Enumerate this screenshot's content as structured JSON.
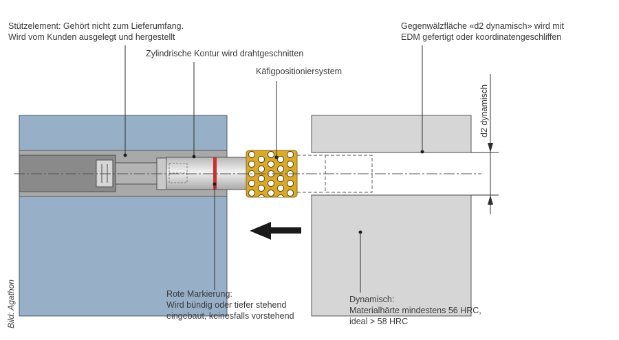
{
  "labels": {
    "support_element_l1": "Stützelement: Gehört nicht zum Lieferumfang.",
    "support_element_l2": "Wird vom Kunden ausgelegt und hergestellt",
    "cylindrical_contour": "Zylindrische Kontur wird drahtgeschnitten",
    "cage_positioning": "Käfigpositioniersystem",
    "counter_surface_l1": "Gegenwälzfläche «d2 dynamisch» wird mit",
    "counter_surface_l2": "EDM gefertigt oder koordinatengeschliffen",
    "d2_dimension": "d2 dynamisch",
    "red_mark_l1": "Rote Markierung:",
    "red_mark_l2": "Wird bündig oder tiefer stehend",
    "red_mark_l3": "eingebaut, keinesfalls vorstehend",
    "dynamic_l1": "Dynamisch:",
    "dynamic_l2": "Materialhärte mindestens 56 HRC,",
    "dynamic_l3": "ideal > 58 HRC",
    "credit": "Bild: Agathon"
  },
  "colors": {
    "static_block": "#97b0c7",
    "dynamic_block": "#d6d6d6",
    "cage": "#d9a92b",
    "red_marking": "#c83232",
    "arrow": "#1a1a1a"
  },
  "icons": {
    "motion_arrow": "arrow-left"
  }
}
